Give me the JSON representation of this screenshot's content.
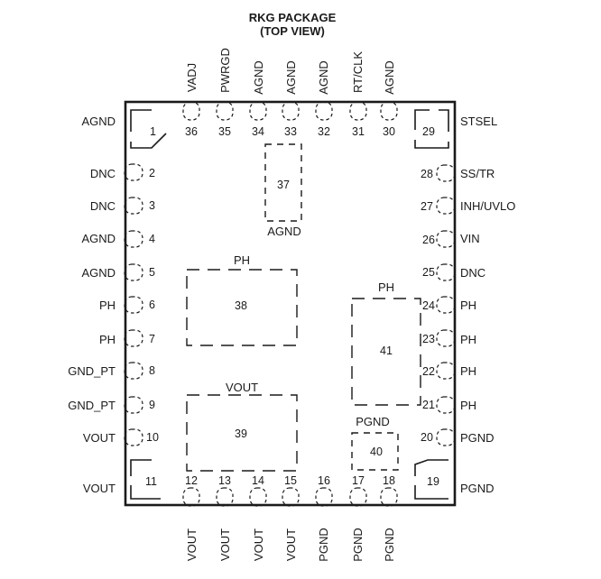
{
  "title_line1": "RKG PACKAGE",
  "title_line2": "(TOP VIEW)",
  "pins": {
    "left": [
      {
        "num": "1",
        "name": "AGND"
      },
      {
        "num": "2",
        "name": "DNC"
      },
      {
        "num": "3",
        "name": "DNC"
      },
      {
        "num": "4",
        "name": "AGND"
      },
      {
        "num": "5",
        "name": "AGND"
      },
      {
        "num": "6",
        "name": "PH"
      },
      {
        "num": "7",
        "name": "PH"
      },
      {
        "num": "8",
        "name": "GND_PT"
      },
      {
        "num": "9",
        "name": "GND_PT"
      },
      {
        "num": "10",
        "name": "VOUT"
      },
      {
        "num": "11",
        "name": "VOUT"
      }
    ],
    "bottom": [
      {
        "num": "12",
        "name": "VOUT"
      },
      {
        "num": "13",
        "name": "VOUT"
      },
      {
        "num": "14",
        "name": "VOUT"
      },
      {
        "num": "15",
        "name": "VOUT"
      },
      {
        "num": "16",
        "name": "PGND"
      },
      {
        "num": "17",
        "name": "PGND"
      },
      {
        "num": "18",
        "name": "PGND"
      }
    ],
    "right": [
      {
        "num": "19",
        "name": "PGND"
      },
      {
        "num": "20",
        "name": "PGND"
      },
      {
        "num": "21",
        "name": "PH"
      },
      {
        "num": "22",
        "name": "PH"
      },
      {
        "num": "23",
        "name": "PH"
      },
      {
        "num": "24",
        "name": "PH"
      },
      {
        "num": "25",
        "name": "DNC"
      },
      {
        "num": "26",
        "name": "VIN"
      },
      {
        "num": "27",
        "name": "INH/UVLO"
      },
      {
        "num": "28",
        "name": "SS/TR"
      },
      {
        "num": "29",
        "name": "STSEL"
      }
    ],
    "top": [
      {
        "num": "30",
        "name": "AGND"
      },
      {
        "num": "31",
        "name": "RT/CLK"
      },
      {
        "num": "32",
        "name": "AGND"
      },
      {
        "num": "33",
        "name": "AGND"
      },
      {
        "num": "34",
        "name": "AGND"
      },
      {
        "num": "35",
        "name": "PWRGD"
      },
      {
        "num": "36",
        "name": "VADJ"
      }
    ]
  },
  "pads": [
    {
      "num": "37",
      "name": "AGND"
    },
    {
      "num": "38",
      "name": "PH"
    },
    {
      "num": "39",
      "name": "VOUT"
    },
    {
      "num": "40",
      "name": "PGND"
    },
    {
      "num": "41",
      "name": "PH"
    }
  ]
}
